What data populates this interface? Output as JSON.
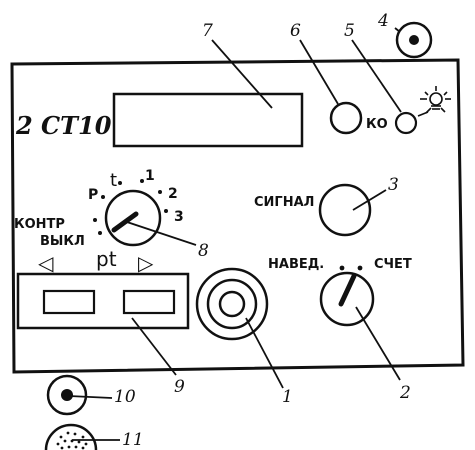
{
  "panel": {
    "model": "2 СТ10",
    "ko_label": "КО",
    "signal_label": "СИГНАЛ",
    "naved_label": "НАВЕД.",
    "schet_label": "СЧЕТ",
    "kontr_label": "КОНТР",
    "vykl_label": "ВЫКЛ",
    "pt_label": "pt",
    "arrow_left": "◁",
    "arrow_right": "▷",
    "dial_marks": {
      "p": "P",
      "t": "t",
      "one": "1",
      "two": "2",
      "three": "3"
    }
  },
  "callouts": {
    "c1": "1",
    "c2": "2",
    "c3": "3",
    "c4": "4",
    "c5": "5",
    "c6": "6",
    "c7": "7",
    "c8": "8",
    "c9": "9",
    "c10": "10",
    "c11": "11"
  },
  "icons": {
    "lamp": "lamp-icon"
  }
}
